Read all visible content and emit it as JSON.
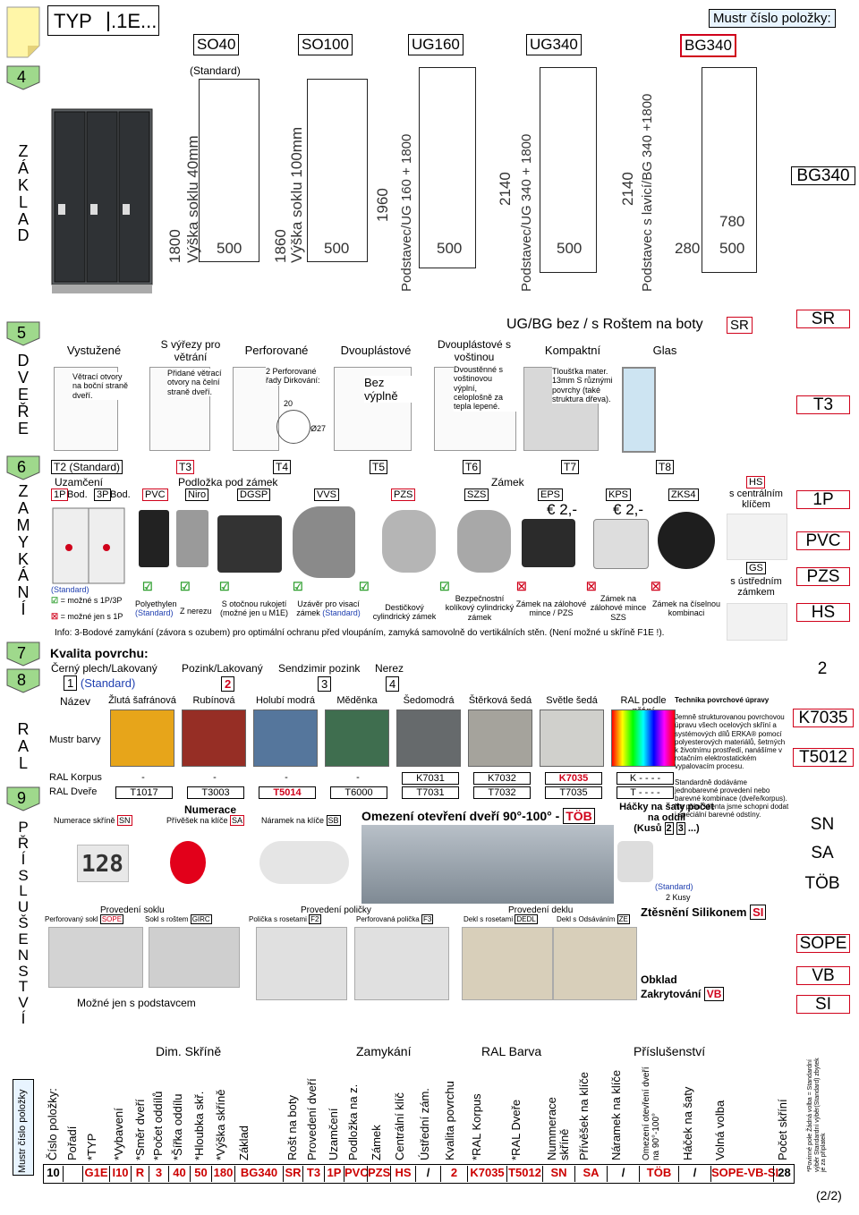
{
  "header": {
    "typ": "TYP",
    "typ_suffix": ".1E...",
    "order_label": "Mustr číslo položky:"
  },
  "sidebar_left": {
    "sections": [
      {
        "num": "4",
        "letters": "Z\nÁ\nK\nL\nA\nD"
      },
      {
        "num": "5",
        "letters": "D\nV\nE\nŘ\nE"
      },
      {
        "num": "6",
        "letters": "Z\nA\nM\nY\nK\nÁ\nN\nÍ"
      },
      {
        "num": "7",
        "letters": ""
      },
      {
        "num": "8",
        "letters": "R\nA\nL"
      },
      {
        "num": "9",
        "letters": "P\nŘ\nÍ\nS\nL\nU\nŠ\nE\nN\nS\nT\nV\nÍ"
      }
    ],
    "bottom_vertical": "Mustr číslo položky"
  },
  "bases": {
    "standard_label": "(Standard)",
    "items": [
      {
        "code": "SO40",
        "height": "1800",
        "desc": "Výška soklu 40mm",
        "width": "500"
      },
      {
        "code": "SO100",
        "height": "1860",
        "desc": "Výška soklu 100mm",
        "width": "500"
      },
      {
        "code": "UG160",
        "height": "1960",
        "desc": "Podstavec/UG 160 + 1800",
        "width": "500"
      },
      {
        "code": "UG340",
        "height": "2140",
        "desc": "Podstavec/UG 340 + 1800",
        "width": "500"
      },
      {
        "code": "BG340",
        "height": "2140",
        "desc": "Podstavec s lavicí/BG 340 +1800",
        "width": "500",
        "bench": "280",
        "depth": "780"
      }
    ],
    "roost_line": "UG/BG bez / s Roštem na boty"
  },
  "right_codes": [
    "BG340",
    "SR",
    "T3",
    "1P",
    "PVC",
    "PZS",
    "HS",
    "2",
    "K7035",
    "T5012",
    "SN",
    "SA",
    "TÖB",
    "SOPE",
    "VB",
    "SI"
  ],
  "doors": {
    "sr_code": "SR",
    "types": [
      {
        "title": "Vystužené",
        "desc": "Větrací otvory na boční straně dveří.",
        "code": "T2",
        "code_note": "(Standard)"
      },
      {
        "title": "S výřezy pro větrání",
        "desc": "Přidané větrací otvory na čelní straně dveří.",
        "code": "T3"
      },
      {
        "title": "Perforované",
        "desc": "2 Perforované řady Dirkování:",
        "extra1": "20",
        "extra2": "Ø27",
        "code": "T4"
      },
      {
        "title": "Dvouplástové",
        "desc": "Bez výplně",
        "code": "T5"
      },
      {
        "title": "Dvouplástové s voštinou",
        "desc": "Dvoustěnné s voštinovou výplní, celoplošně za tepla lepené.",
        "code": "T6"
      },
      {
        "title": "Kompaktní",
        "desc": "Tloušťka mater. 13mm S různými povrchy (také struktura dřeva).",
        "code": "T7"
      },
      {
        "title": "Glas",
        "desc": "",
        "code": "T8"
      }
    ]
  },
  "locks": {
    "h_uzamceni": "Uzamčení",
    "h_podlozka": "Podložka pod zámek",
    "h_zamek": "Zámek",
    "codes": [
      "1P",
      "Bod.",
      "3P",
      "Bod.",
      "PVC",
      "Niro",
      "DGSP",
      "VVS",
      "PZS",
      "SZS",
      "EPS",
      "KPS",
      "ZKS4"
    ],
    "prices": [
      "2,-",
      "2,-"
    ],
    "legend_standard": "(Standard)",
    "legend_possible": "= možné s 1P/3P",
    "legend_only": "= možné jen s 1P",
    "descs": [
      "Polyethylen",
      "(Standard)",
      "Z nerezu",
      "S otočnou rukojetí (možné jen u M1E)",
      "Uzávěr pro visací zámek",
      "(Standard)",
      "Destičkový cylindrický zámek",
      "Bezpečnostní kolíkový cylindrický zámek",
      "Zámek na zálohové mince / PZS",
      "Zámek na zálohové mince SZS",
      "Zámek na číselnou kombinaci"
    ],
    "hs_code": "HS",
    "hs_desc": "s centrálním klíčem",
    "gs_code": "GS",
    "gs_desc": "s ústředním zámkem",
    "info": "Info: 3-Bodové zamykání (závora s ozubem) pro optimální ochranu před vloupáním, zamyká samovolně do vertikálních stěn. (Není možné u skříně F1E !)."
  },
  "surface": {
    "title": "Kvalita povrchu:",
    "options": [
      {
        "label": "Černý plech/Lakovaný",
        "code": "1",
        "note": "(Standard)"
      },
      {
        "label": "Pozink/Lakovaný",
        "code": "2"
      },
      {
        "label": "Sendzimir pozink",
        "code": "3"
      },
      {
        "label": "Nerez",
        "code": "4"
      }
    ]
  },
  "colors": {
    "name_label": "Název",
    "swatch_label": "Mustr barvy",
    "row_korpus": "RAL Korpus",
    "row_dvere": "RAL Dveře",
    "items": [
      {
        "name": "Žlutá šafránová",
        "hex": "#e7a51a",
        "korpus": "-",
        "dvere": "T1017"
      },
      {
        "name": "Rubínová",
        "hex": "#962e25",
        "korpus": "-",
        "dvere": "T3003"
      },
      {
        "name": "Holubí modrá",
        "hex": "#55769c",
        "korpus": "-",
        "dvere": "T5014"
      },
      {
        "name": "Měděnka",
        "hex": "#3f6e4f",
        "korpus": "-",
        "dvere": "T6000"
      },
      {
        "name": "Šedomodrá",
        "hex": "#666a6c",
        "korpus": "K7031",
        "dvere": "T7031"
      },
      {
        "name": "Štěrková šedá",
        "hex": "#a5a39c",
        "korpus": "K7032",
        "dvere": "T7032"
      },
      {
        "name": "Světle šedá",
        "hex": "#d0d0cc",
        "korpus": "K7035",
        "dvere": "T7035"
      },
      {
        "name": "RAL podle přání",
        "hex": "",
        "korpus": "K - - - -",
        "dvere": "T - - - -"
      }
    ],
    "tech_title": "Technika povrchové úpravy",
    "tech_p1": "Jemně strukturovanou povrchovou úpravu všech ocelových skříní a systémových dílů ERKA® pomocí polyesterových materiálů, šetrných k životnímu prostředí, nanášíme v rotačním elektrostatickém vypalovacím procesu.",
    "tech_p2": "Standardně dodáváme jednobarevné provedení nebo barevné kombinace (dveře/korpus). Na přání klienta jsme schopni dodat i speciální barevné odstíny."
  },
  "accessories": {
    "numerace_title": "Numerace",
    "numerace_skrine": "Numerace skříně",
    "sn": "SN",
    "privesek": "Přívěšek na klíče",
    "sa": "SA",
    "naramek": "Náramek na klíče",
    "sb": "SB",
    "number_sample": "128",
    "limit_title": "Omezení otevření dveří 90°-100° -",
    "tob": "TÖB",
    "hacky_title": "Háčky na šaty počet na oddíl",
    "hacky_kus": "(Kusů",
    "hacky_2": "2",
    "hacky_3": "3",
    "hacky_end": "...)",
    "hacky_std": "(Standard)",
    "hacky_std2": "2 Kusy",
    "sokl_title": "Provedení soklu",
    "sokl_perf": "Perforovaný sokl",
    "sope": "SOPE",
    "sokl_rost": "Sokl s roštem",
    "girc": "GIRC",
    "sokl_note": "Možné jen s podstavcem",
    "police_title": "Provedení poličky",
    "police_f2": "Polička s rosetami",
    "f2": "F2",
    "police_f3": "Perforovaná polička",
    "f3": "F3",
    "deklu_title": "Provedení deklu",
    "dekl_rost": "Dekl s rosetami",
    "dedl": "DEDL",
    "dekl_ods": "Dekl s Odsáváním",
    "ze": "ZE",
    "silikon": "Ztěsnění Silikonem",
    "si": "SI",
    "obklad": "Obklad",
    "zakryt": "Zakrytování",
    "vb": "VB"
  },
  "order_table": {
    "groups": [
      "Dim. Skříně",
      "Zamykání",
      "RAL Barva",
      "Příslušenství"
    ],
    "cols": [
      {
        "h": "Číslo položky:",
        "v": "10"
      },
      {
        "h": "Pořadí",
        "v": ""
      },
      {
        "h": "*TYP",
        "v": "G1E"
      },
      {
        "h": "*Vybavení",
        "v": "I10"
      },
      {
        "h": "*Směr dveří",
        "v": "R"
      },
      {
        "h": "*Počet oddílů",
        "v": "3"
      },
      {
        "h": "*Šířka oddílu",
        "v": "40"
      },
      {
        "h": "*Hloubka skř.",
        "v": "50"
      },
      {
        "h": "*Výška skříně",
        "v": "180"
      },
      {
        "h": "Základ",
        "v": "BG340"
      },
      {
        "h": "Rošt na boty",
        "v": "SR"
      },
      {
        "h": "Provedení dveří",
        "v": "T3"
      },
      {
        "h": "Uzamčení",
        "v": "1P"
      },
      {
        "h": "Podložka na z.",
        "v": "PVC"
      },
      {
        "h": "Zámek",
        "v": "PZS"
      },
      {
        "h": "Centrální klíč",
        "v": "HS"
      },
      {
        "h": "Ústřední zám.",
        "v": "/"
      },
      {
        "h": "Kvalita povrchu",
        "v": "2"
      },
      {
        "h": "*RAL Korpus",
        "v": "K7035"
      },
      {
        "h": "*RAL Dveře",
        "v": "T5012"
      },
      {
        "h": "Nummerace skříně",
        "v": "SN"
      },
      {
        "h": "Přívěšek na klíče",
        "v": "SA"
      },
      {
        "h": "Náramek na klíče",
        "v": "/"
      },
      {
        "h": "Omezení otevření dveří na 90°-100°",
        "v": "TÖB"
      },
      {
        "h": "Háček na šaty",
        "v": "/"
      },
      {
        "h": "Volná volba",
        "v": "SOPE-VB-SI"
      },
      {
        "h": "Počet skříní",
        "v": "28"
      }
    ],
    "footnote": "*Povinné pole Žádná volba = Standardní výběr Standardní výběr(Standard) zbytek je za příplatek",
    "page": "(2/2)"
  }
}
